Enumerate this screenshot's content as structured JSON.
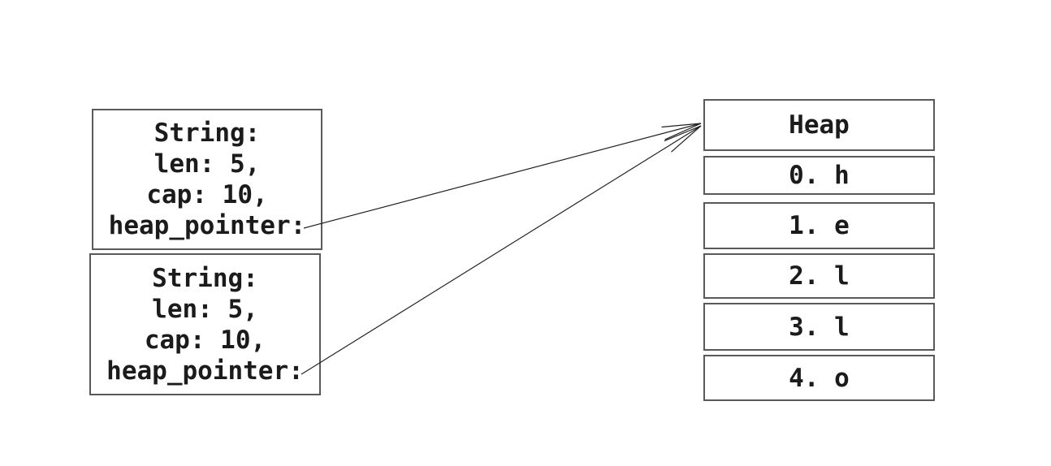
{
  "page": {
    "background": "#ffffff"
  },
  "colors": {
    "box_border": "#595959",
    "text": "#1b1b1b",
    "arrow": "#222222"
  },
  "string_structs": [
    {
      "lines": [
        "String:",
        "len: 5,",
        "cap: 10,",
        "heap_pointer:"
      ]
    },
    {
      "lines": [
        "String:",
        "len: 5,",
        "cap: 10,",
        "heap_pointer:"
      ]
    }
  ],
  "heap": {
    "title": "Heap",
    "cells": [
      "0. h",
      "1. e",
      "2. l",
      "3. l",
      "4. o"
    ]
  },
  "arrows": [
    {
      "from": "string_structs.0 heap_pointer",
      "to": "heap"
    },
    {
      "from": "string_structs.1 heap_pointer",
      "to": "heap"
    }
  ]
}
